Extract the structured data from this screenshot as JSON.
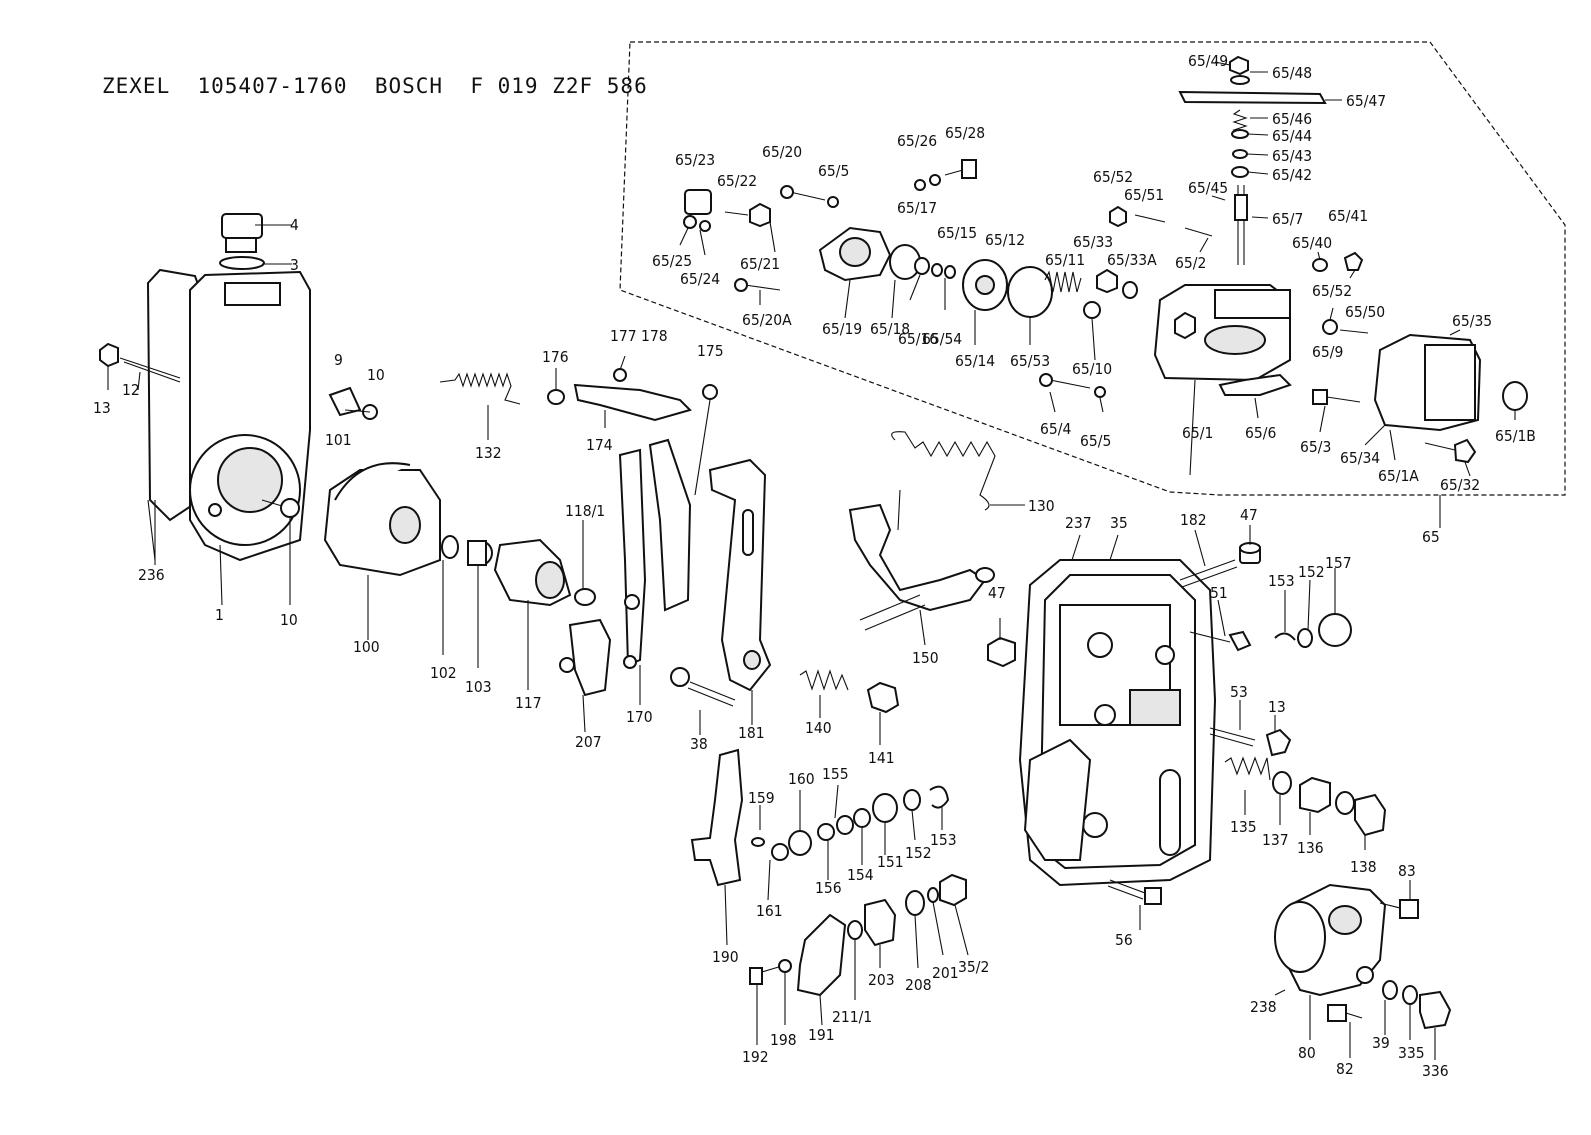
{
  "title": "ZEXEL  105407-1760  BOSCH  F 019 Z2F 586",
  "callouts": [
    "65/49",
    "65/48",
    "65/47",
    "65/46",
    "65/44",
    "65/43",
    "65/42",
    "65/45",
    "65/7",
    "65/41",
    "65/40",
    "65/52",
    "65/50",
    "65/35",
    "65/9",
    "65/1B",
    "65/32",
    "65/1A",
    "65/34",
    "65/3",
    "65/6",
    "65/1",
    "65/2",
    "65/51",
    "65/52",
    "65/33",
    "65/33A",
    "65/11",
    "65/12",
    "65/15",
    "65/10",
    "65/53",
    "65/14",
    "65/54",
    "65/16",
    "65/18",
    "65/19",
    "65/17",
    "65/26",
    "65/28",
    "65/5",
    "65/20",
    "65/23",
    "65/22",
    "65/25",
    "65/24",
    "65/21",
    "65/20A",
    "65/4",
    "65/5",
    "65",
    "4",
    "3",
    "13",
    "12",
    "9",
    "10",
    "101",
    "236",
    "1",
    "10",
    "100",
    "102",
    "103",
    "117",
    "118/1",
    "132",
    "176",
    "177",
    "178",
    "175",
    "174",
    "207",
    "170",
    "181",
    "38",
    "140",
    "141",
    "130",
    "150",
    "47",
    "237",
    "35",
    "182",
    "47",
    "51",
    "153",
    "152",
    "157",
    "53",
    "13",
    "135",
    "137",
    "136",
    "138",
    "159",
    "160",
    "155",
    "161",
    "156",
    "154",
    "151",
    "152",
    "153",
    "190",
    "192",
    "198",
    "191",
    "211/1",
    "203",
    "208",
    "201",
    "35/2",
    "56",
    "83",
    "238",
    "80",
    "82",
    "39",
    "335",
    "336"
  ]
}
